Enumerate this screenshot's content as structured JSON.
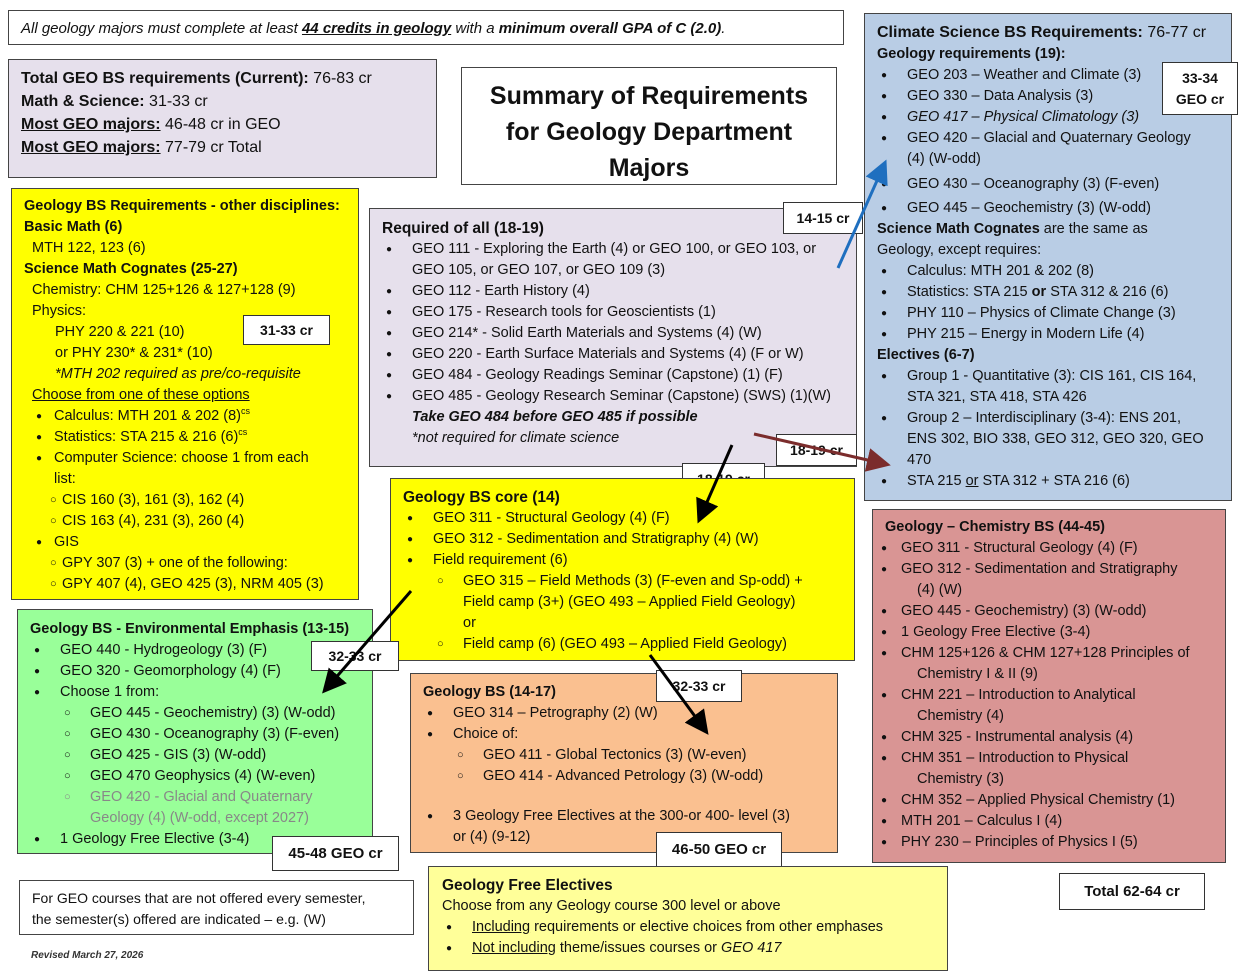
{
  "banner": {
    "prefix": "All geology majors must complete at least ",
    "credits": "44 credits in geology",
    "middle": " with a ",
    "gpa": "minimum overall GPA of C (2.0)",
    "suffix": "."
  },
  "totals": {
    "l1_label": "Total GEO BS requirements (Current):",
    "l1_value": " 76-83 cr",
    "l2_label": "Math & Science:",
    "l2_value": " 31-33 cr",
    "l3_label": "Most GEO majors:",
    "l3_value": " 46-48 cr in GEO",
    "l4_label": "Most GEO majors:",
    "l4_value": "  77-79 cr Total"
  },
  "title": {
    "line1": "Summary of Requirements",
    "line2": "for Geology Department",
    "line3": "Majors"
  },
  "other": {
    "heading": "Geology BS Requirements - other disciplines:",
    "basic_math": "Basic Math (6)",
    "mth": "MTH 122, 123 (6)",
    "sci_math": "Science Math Cognates (25-27)",
    "chem": "Chemistry: CHM 125+126 & 127+128 (9)",
    "physics": "Physics:",
    "phy1": "PHY 220 & 221 (10)",
    "phy2": "or PHY 230* & 231* (10)",
    "note": "*MTH 202 required as pre/co-requisite",
    "choose": "Choose from one of these options",
    "calc": "Calculus: MTH 201 & 202 (8)",
    "calc_sup": "cs",
    "stats": "Statistics: STA 215 & 216 (6)",
    "stats_sup": "cs",
    "cs1": "Computer Science: choose 1 from each",
    "cs2": "list:",
    "cs_a": "CIS 160 (3), 161 (3), 162 (4)",
    "cs_b": "CIS 163 (4), 231 (3), 260 (4)",
    "gis": "GIS",
    "gis_a": "GPY 307 (3) + one of the following:",
    "gis_b": "GPY 407 (4), GEO 425 (3), NRM 405 (3)",
    "badge": "31-33 cr"
  },
  "required": {
    "heading": "Required of all (18-19)",
    "items": [
      "GEO 111 - Exploring the Earth (4) or GEO 100, or GEO 103, or",
      "GEO 105, or GEO 107, or GEO 109 (3)",
      "GEO 112 - Earth History (4)",
      "GEO 175 - Research tools for Geoscientists (1)",
      "GEO 214* - Solid Earth Materials and Systems (4) (W)",
      "GEO 220 - Earth Surface Materials and Systems (4) (F or W)",
      "GEO 484 - Geology Readings Seminar (Capstone) (1) (F)",
      "GEO 485 - Geology Research Seminar (Capstone) (SWS) (1)(W)"
    ],
    "note1": "Take GEO 484 before GEO 485 if possible",
    "note2": "*not required for climate science",
    "badge_top": "14-15 cr",
    "badge_right": "18-19 cr",
    "badge_bottom": "18-19 cr"
  },
  "climate": {
    "heading": "Climate Science BS Requirements:",
    "heading_value": " 76-77 cr",
    "geo_req": "Geology requirements (19):",
    "items1": [
      "GEO 203 – Weather and Climate (3)",
      "GEO 330 – Data Analysis (3)",
      "GEO 417 – Physical Climatology (3)",
      "GEO 420 – Glacial and Quaternary Geology",
      "(4) (W-odd)",
      "GEO 430 – Oceanography (3) (F-even)",
      "GEO 445 – Geochemistry (3) (W-odd)"
    ],
    "cog_bold": "Science Math Cognates",
    "cog_rest": " are the same as",
    "cog2": "Geology, except requires:",
    "items2": [
      "Calculus: MTH 201 & 202 (8)",
      "Statistics: STA 215",
      "or",
      "STA 312 & 216 (6)",
      "PHY 110 – Physics of Climate Change (3)",
      "PHY 215 – Energy in Modern Life (4)"
    ],
    "electives": "Electives (6-7)",
    "g1a": "Group 1 - Quantitative (3): CIS 161, CIS 164,",
    "g1b": "STA 321, STA 418, STA 426",
    "g2a": "Group 2 – Interdisciplinary (3-4): ENS 201,",
    "g2b": "ENS 302, BIO 338, GEO 312, GEO 320, GEO",
    "g2c": "470",
    "sta_a": "STA 215 ",
    "sta_or": "or",
    "sta_b": " STA 312 + STA 216 (6)",
    "badge1": "33-34",
    "badge2": "GEO cr"
  },
  "core": {
    "heading": "Geology BS core (14)",
    "i1": "GEO 311 - Structural Geology (4) (F)",
    "i2": "GEO 312 - Sedimentation and Stratigraphy (4) (W)",
    "i3": "Field requirement (6)",
    "s1a": "GEO 315 – Field Methods (3) (F-even and Sp-odd) +",
    "s1b": "Field camp (3+) (GEO 493 – Applied Field Geology)",
    "s1c": "or",
    "s2": "Field camp (6) (GEO 493 – Applied Field Geology)"
  },
  "env": {
    "heading": "Geology BS - Environmental Emphasis (13-15)",
    "i1": "GEO 440 - Hydrogeology (3) (F)",
    "i2": "GEO 320 - Geomorphology (4) (F)",
    "i3": "Choose 1 from:",
    "s1": "GEO 445 - Geochemistry) (3) (W-odd)",
    "s2": "GEO 430 - Oceanography (3) (F-even)",
    "s3": "GEO 425 - GIS (3) (W-odd)",
    "s4": "GEO 470 Geophysics (4) (W-even)",
    "s5a": "GEO 420 - Glacial and Quaternary",
    "s5b": "Geology (4) (W-odd, except 2027)",
    "i4": "1 Geology Free Elective (3-4)",
    "badge_top": "32-33 cr",
    "badge_bottom": "45-48 GEO cr"
  },
  "bs": {
    "heading": "Geology BS (14-17)",
    "i1": "GEO 314 – Petrography (2) (W)",
    "i2": "Choice of:",
    "s1": "GEO 411 - Global Tectonics (3) (W-even)",
    "s2": "GEO 414 - Advanced Petrology (3) (W-odd)",
    "i3a": "3 Geology Free Electives at the 300-or 400- level (3)",
    "i3b": "or (4) (9-12)",
    "badge_top": "32-33 cr",
    "badge_bottom": "46-50 GEO cr"
  },
  "chem": {
    "heading": "Geology – Chemistry BS (44-45)",
    "items": [
      [
        "GEO 311 - Structural Geology (4) (F)"
      ],
      [
        "GEO 312 - Sedimentation and Stratigraphy",
        "(4) (W)"
      ],
      [
        "GEO 445 - Geochemistry) (3) (W-odd)"
      ],
      [
        "1 Geology Free Elective (3-4)"
      ],
      [
        "CHM 125+126 & CHM 127+128 Principles of",
        "Chemistry I & II (9)"
      ],
      [
        "CHM 221 – Introduction to Analytical",
        "Chemistry (4)"
      ],
      [
        "CHM 325 - Instrumental analysis (4)"
      ],
      [
        "CHM 351 – Introduction to Physical",
        "Chemistry (3)"
      ],
      [
        "CHM 352 – Applied Physical Chemistry (1)"
      ],
      [
        "MTH 201 – Calculus I (4)"
      ],
      [
        "PHY 230 – Principles of Physics I (5)"
      ]
    ]
  },
  "semester_note": {
    "l1": "For GEO courses that are not offered every semester,",
    "l2": "the semester(s) offered are indicated – e.g. (W)"
  },
  "revised": "Revised March 27, 2026",
  "free": {
    "heading": "Geology Free Electives",
    "line": "Choose from any Geology course 300 level or above",
    "i1_u": "Including",
    "i1_rest": " requirements or elective choices from other emphases",
    "i2_u": "Not including",
    "i2_rest": " theme/issues courses or ",
    "i2_it": "GEO 417"
  },
  "total": "Total 62-64 cr",
  "colors": {
    "lavender": "#e6e0ec",
    "yellow": "#ffff00",
    "light_yellow": "#ffff99",
    "green": "#99ff99",
    "orange": "#fac090",
    "blue": "#b9cde5",
    "rose": "#d99594",
    "arrow_blue": "#1f6fbf",
    "arrow_brown": "#7b2c2c"
  }
}
